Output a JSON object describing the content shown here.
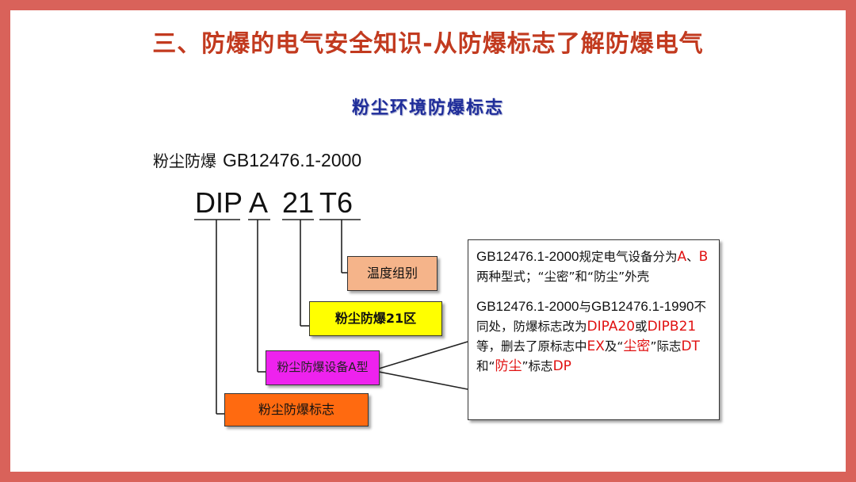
{
  "title": "三、防爆的电气安全知识-从防爆标志了解防爆电气",
  "subtitle": "粉尘环境防爆标志",
  "standard": {
    "label": "粉尘防爆",
    "code": "GB12476.1-2000"
  },
  "marking": {
    "part1": "DIP",
    "part2": "A",
    "part3": "21",
    "part4": "T6"
  },
  "boxes": {
    "temperature_group": "温度组别",
    "zone": "粉尘防爆21区",
    "equipment_type": "粉尘防爆设备A型",
    "marking": "粉尘防爆标志"
  },
  "info": {
    "p1": {
      "t1": "GB12476.1-2000",
      "t2": "规定电气设备分为",
      "r1": "A",
      "t3": "、",
      "r2": "B",
      "t4": "两种型式；“尘密”和“防尘”外壳"
    },
    "p2": {
      "t1": "GB12476.1-2000",
      "t2": "与",
      "t3": "GB12476.1-1990",
      "t4": "不同处，防爆标志改为",
      "r1": "DIPA20",
      "t5": "或",
      "r2": "DIPB21",
      "t6": "等，删去了原标志中",
      "r3": "EX",
      "t7": "及“",
      "r4": "尘密",
      "t8": "”际志",
      "r5": "DT",
      "t9": "和“",
      "r6": "防尘",
      "t10": "”标志",
      "r7": "DP"
    }
  },
  "colors": {
    "frame": "#d9625a",
    "title": "#c23a1f",
    "subtitle": "#1f2d9a",
    "temperature_box": "#f5b48a",
    "zone_box": "#ffff00",
    "type_box": "#ee22ee",
    "marking_box": "#ff6a10",
    "highlight": "#e01010"
  }
}
